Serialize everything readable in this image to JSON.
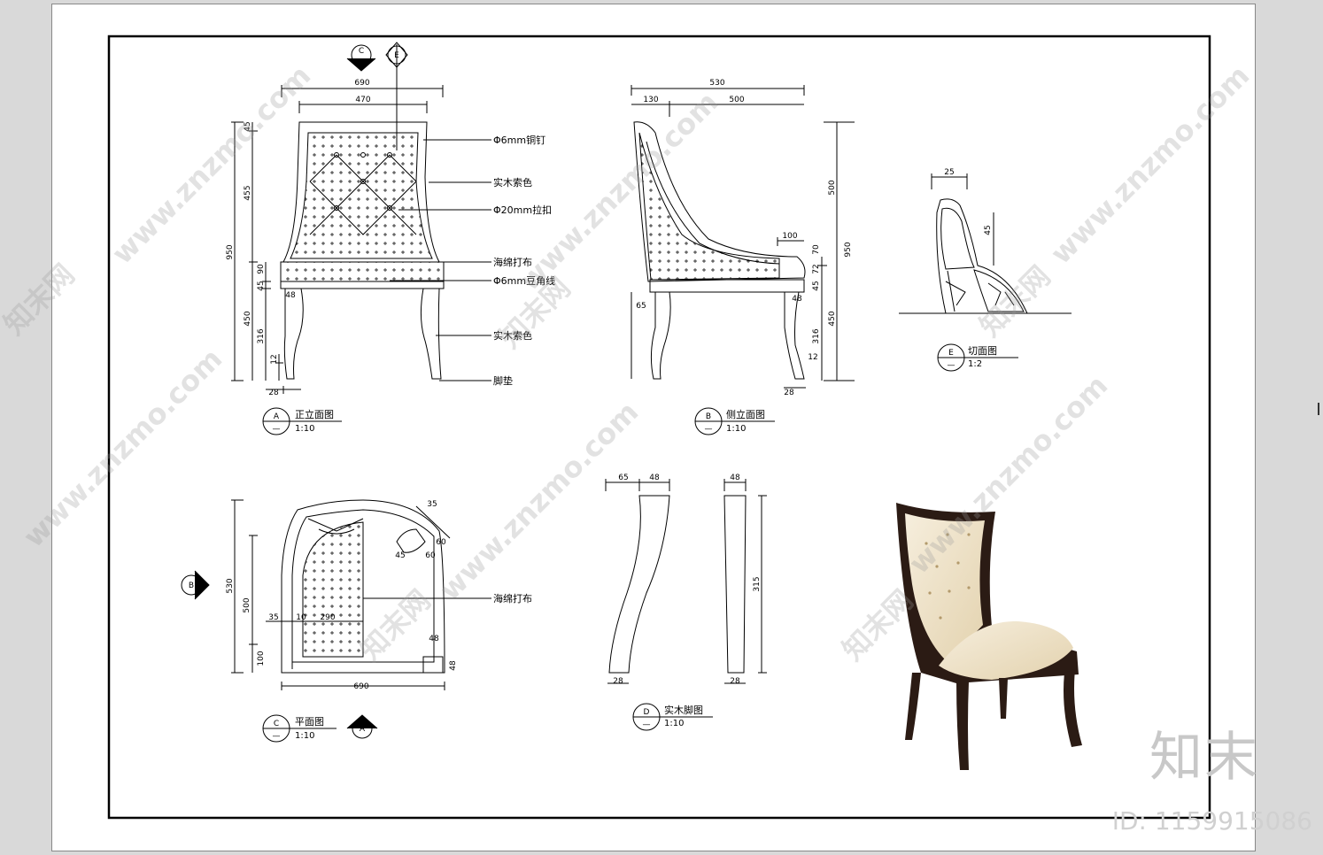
{
  "views": {
    "front": {
      "letter": "A",
      "title": "正立面图",
      "scale": "1:10"
    },
    "side": {
      "letter": "B",
      "title": "侧立面图",
      "scale": "1:10"
    },
    "section": {
      "letter": "E",
      "title": "切面图",
      "scale": "1:2"
    },
    "plan": {
      "letter": "C",
      "title": "平面图",
      "scale": "1:10"
    },
    "leg": {
      "letter": "D",
      "title": "实木脚图",
      "scale": "1:10"
    }
  },
  "markers": {
    "c": "C",
    "e": "E",
    "b": "B",
    "a": "A",
    "dash": "—"
  },
  "callouts": {
    "nail": "Φ6mm铜钉",
    "wood1": "实木索色",
    "button": "Φ20mm拉扣",
    "sponge": "海绵打布",
    "bead": "Φ6mm豆角线",
    "wood2": "实木索色",
    "pad": "脚垫",
    "sponge_plan": "海绵打布"
  },
  "dims": {
    "front": {
      "w690": "690",
      "w470": "470",
      "h45": "45",
      "h455": "455",
      "h950": "950",
      "h90": "90",
      "h45b": "45",
      "h450": "450",
      "h316": "316",
      "h12": "12",
      "w28": "28",
      "w48": "48"
    },
    "side": {
      "w530": "530",
      "w130": "130",
      "w500": "500",
      "w100": "100",
      "h500": "500",
      "h70": "70",
      "h950": "950",
      "h72": "72",
      "h45": "45",
      "h450": "450",
      "h316": "316",
      "h12": "12",
      "w28": "28",
      "w48": "48",
      "w65": "65"
    },
    "section": {
      "w25": "25",
      "h45": "45"
    },
    "plan": {
      "h530": "530",
      "h500": "500",
      "h100": "100",
      "w35": "35",
      "w10": "10",
      "w290": "290",
      "w690": "690",
      "w48": "48",
      "h48": "48",
      "d35": "35",
      "d60": "60",
      "d45": "45",
      "d60b": "60"
    },
    "leg": {
      "w65": "65",
      "w48": "48",
      "w48b": "48",
      "h315": "315",
      "w28": "28",
      "w28b": "28"
    }
  },
  "watermarks": {
    "site": "www.znzmo.com",
    "cn": "知末网",
    "brand": "知末",
    "id": "ID: 1159915086"
  },
  "colors": {
    "line": "#000000",
    "sheet": "#ffffff",
    "background": "#d9d9d9",
    "chair_frame": "#2b1b14",
    "chair_fabric": "#efe3c8"
  }
}
